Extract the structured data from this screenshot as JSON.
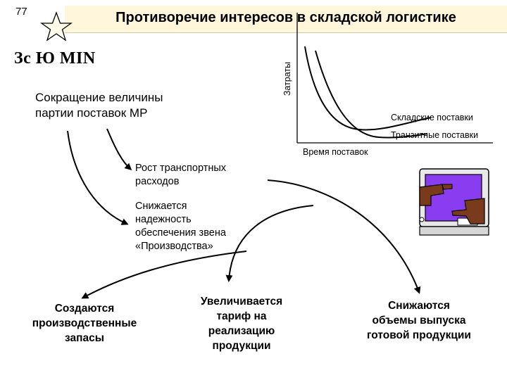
{
  "slide_number": "77",
  "title": "Противоречие интересов в складской логистике",
  "formula": "Зс Ю MIN",
  "reduction_text": [
    "Сокращение величины",
    "партии поставок МР"
  ],
  "graph": {
    "y_axis_label": "Затраты",
    "x_axis_label": "Время поставок",
    "curve_warehouse": "Складские поставки",
    "curve_transit": "Транзитные поставки"
  },
  "steps": {
    "transport": [
      "Рост транспортных",
      "расходов"
    ],
    "reliability": [
      "Снижается",
      "надежность",
      "обеспечения звена",
      "«Производства»"
    ]
  },
  "outcomes": {
    "stocks": [
      "Создаются",
      "производственные",
      "запасы"
    ],
    "tariff": [
      "Увеличивается",
      "тариф на",
      "реализацию",
      "продукции"
    ],
    "output": [
      "Снижаются",
      "объемы выпуска",
      "готовой продукции"
    ]
  },
  "icons": [
    "star-icon",
    "computer-pointing-hands-icon"
  ],
  "colors": {
    "title_band": "#fff6dc",
    "star_fill": "#fffbe8",
    "monitor_screen": "#8a3df0",
    "hand": "#7a3a1c"
  }
}
